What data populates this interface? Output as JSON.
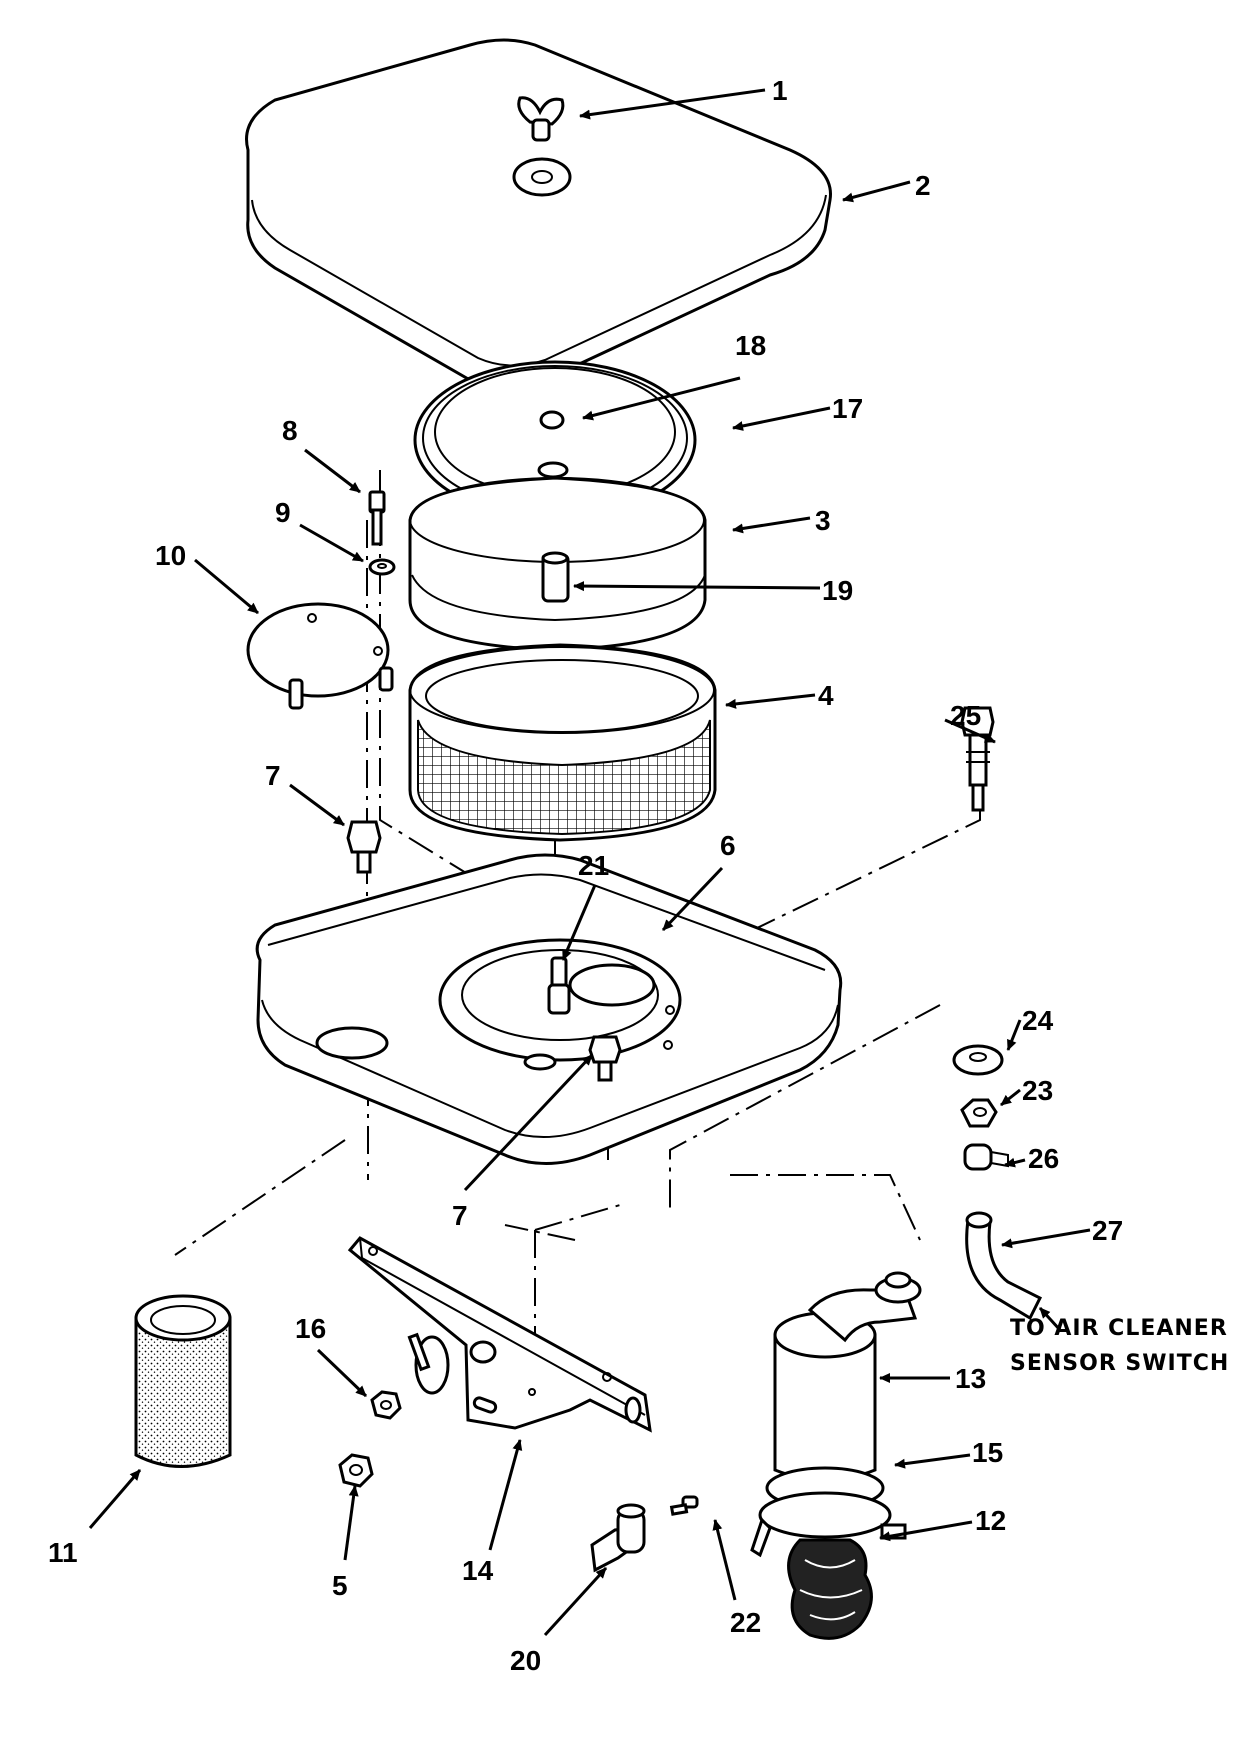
{
  "callouts": [
    {
      "id": "c1",
      "label": "1"
    },
    {
      "id": "c2",
      "label": "2"
    },
    {
      "id": "c3",
      "label": "3"
    },
    {
      "id": "c4",
      "label": "4"
    },
    {
      "id": "c5",
      "label": "5"
    },
    {
      "id": "c6",
      "label": "6"
    },
    {
      "id": "c7a",
      "label": "7"
    },
    {
      "id": "c7b",
      "label": "7"
    },
    {
      "id": "c8",
      "label": "8"
    },
    {
      "id": "c9",
      "label": "9"
    },
    {
      "id": "c10",
      "label": "10"
    },
    {
      "id": "c11",
      "label": "11"
    },
    {
      "id": "c12",
      "label": "12"
    },
    {
      "id": "c13",
      "label": "13"
    },
    {
      "id": "c14",
      "label": "14"
    },
    {
      "id": "c15",
      "label": "15"
    },
    {
      "id": "c16",
      "label": "16"
    },
    {
      "id": "c17",
      "label": "17"
    },
    {
      "id": "c18",
      "label": "18"
    },
    {
      "id": "c19",
      "label": "19"
    },
    {
      "id": "c20",
      "label": "20"
    },
    {
      "id": "c21",
      "label": "21"
    },
    {
      "id": "c22",
      "label": "22"
    },
    {
      "id": "c23",
      "label": "23"
    },
    {
      "id": "c24",
      "label": "24"
    },
    {
      "id": "c25",
      "label": "25"
    },
    {
      "id": "c26",
      "label": "26"
    },
    {
      "id": "c27",
      "label": "27"
    }
  ],
  "note": {
    "line1": "TO AIR CLEANER",
    "line2": "SENSOR SWITCH"
  }
}
